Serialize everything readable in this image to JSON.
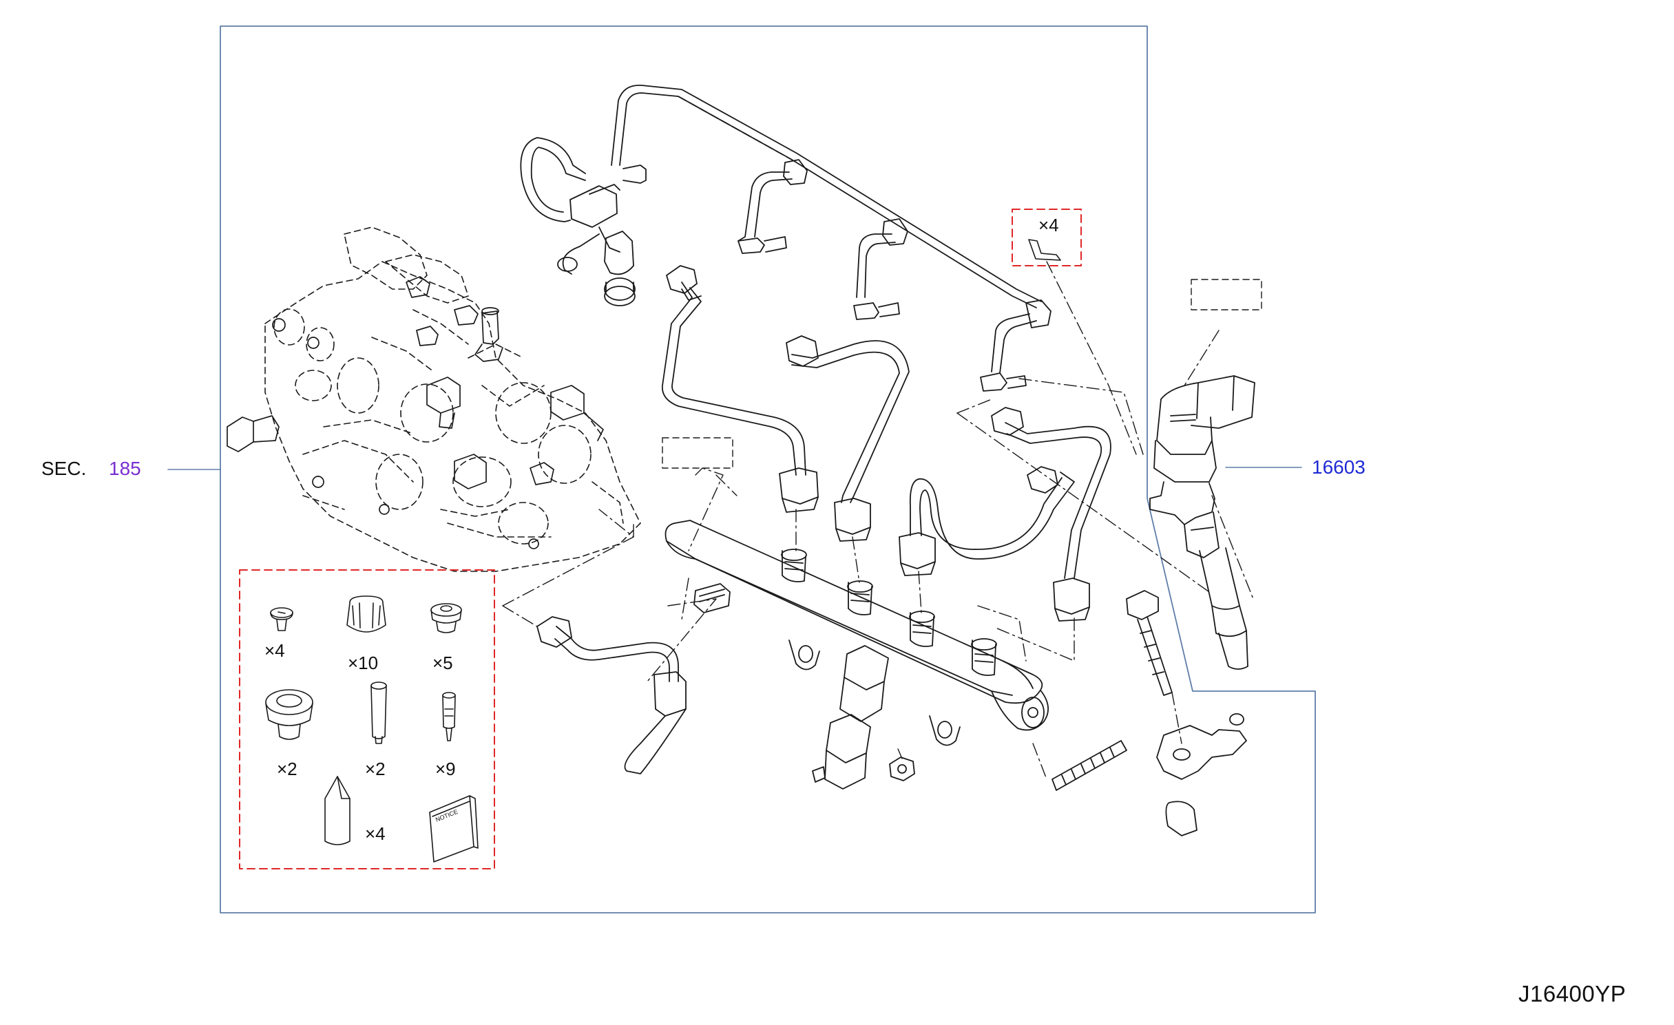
{
  "colors": {
    "frame": "#5e7ea8",
    "line": "#1a1a1a",
    "kit_dash": "#e02626",
    "section_link": "#7a2fd0",
    "part_link": "#1f2ad4"
  },
  "labels": {
    "section_prefix": "SEC.",
    "section_number": "185",
    "part_number": "16603",
    "diagram_code": "J16400YP"
  },
  "clip_kit": {
    "qty": "×4"
  },
  "service_kit": {
    "items": [
      {
        "part": "screw",
        "qty": "×4"
      },
      {
        "part": "cap",
        "qty": "×10"
      },
      {
        "part": "plug",
        "qty": "×5"
      },
      {
        "part": "seal-cap",
        "qty": "×2"
      },
      {
        "part": "pin",
        "qty": "×2"
      },
      {
        "part": "small-pin",
        "qty": "×9"
      },
      {
        "part": "protector",
        "qty": "×4"
      },
      {
        "part": "notice-booklet",
        "qty": ""
      }
    ],
    "booklet_text": "NOTICE"
  }
}
